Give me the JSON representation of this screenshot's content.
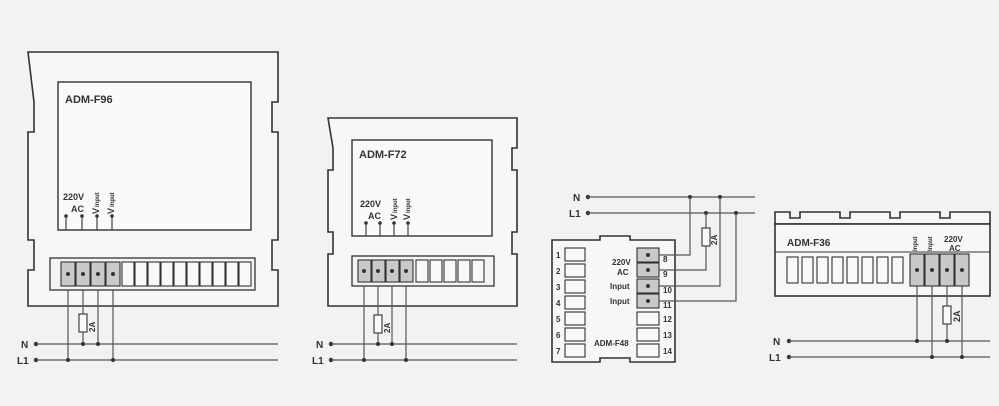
{
  "f96": {
    "model": "ADM-F96",
    "supply_v": "220V",
    "supply_ac": "AC",
    "v1_main": "V",
    "v1_sub": "input",
    "v2_main": "V",
    "v2_sub": "input",
    "fuse": "2A",
    "line_n": "N",
    "line_l1": "L1"
  },
  "f72": {
    "model": "ADM-F72",
    "supply_v": "220V",
    "supply_ac": "AC",
    "v1_main": "V",
    "v1_sub": "input",
    "v2_main": "V",
    "v2_sub": "input",
    "fuse": "2A",
    "line_n": "N",
    "line_l1": "L1"
  },
  "f48": {
    "model": "ADM-F48",
    "supply_v": "220V",
    "supply_ac": "AC",
    "input1": "Input",
    "input2": "Input",
    "fuse": "2A",
    "line_n": "N",
    "line_l1": "L1",
    "left_pins": [
      "1",
      "2",
      "3",
      "4",
      "5",
      "6",
      "7"
    ],
    "right_pins": [
      "8",
      "9",
      "10",
      "11",
      "12",
      "13",
      "14"
    ]
  },
  "f36": {
    "model": "ADM-F36",
    "input1": "Input",
    "input2": "Input",
    "supply_v": "220V",
    "supply_ac": "AC",
    "fuse": "2A",
    "line_n": "N",
    "line_l1": "L1"
  }
}
